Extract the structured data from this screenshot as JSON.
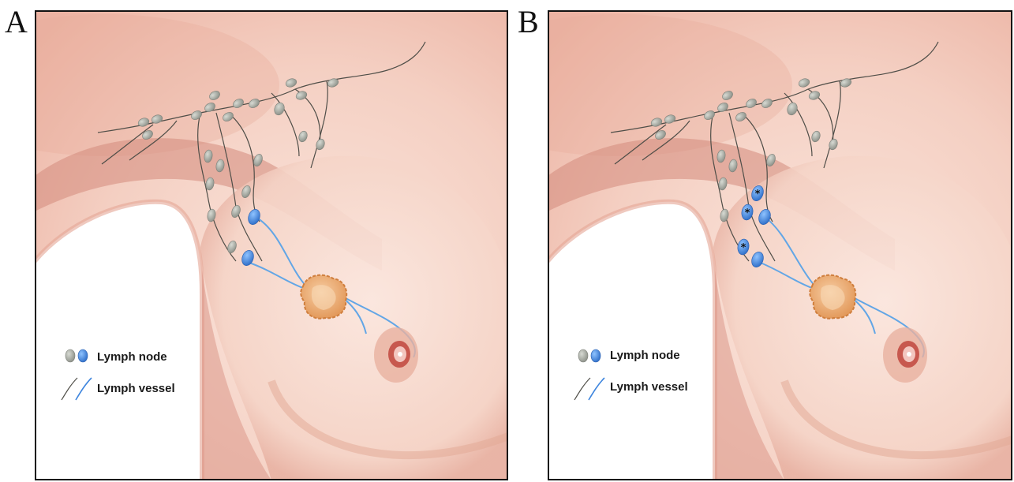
{
  "panels": [
    {
      "letter": "A",
      "metastatic_nodes": 0
    },
    {
      "letter": "B",
      "metastatic_nodes": 3
    }
  ],
  "legend": {
    "node_label": "Lymph node",
    "vessel_label": "Lymph vessel"
  },
  "colors": {
    "normal_node": "#a7aca4",
    "sentinel_node": "#3f86de",
    "normal_vessel": "#4a4a44",
    "sentinel_vessel": "#62a6e6",
    "tumor": "#e3a064",
    "skin": "#f5d3c8",
    "metastasis_marker": "#111111"
  }
}
